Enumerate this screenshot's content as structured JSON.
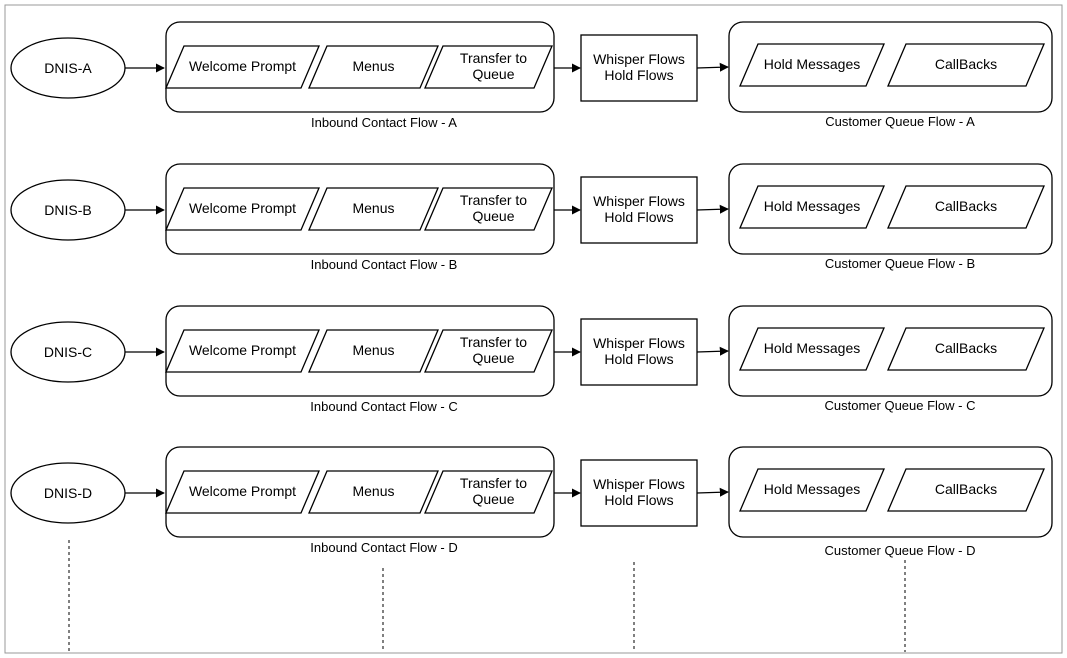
{
  "rows": [
    {
      "dnis": "DNIS-A",
      "inbound": {
        "items": [
          "Welcome Prompt",
          "Menus",
          [
            "Transfer to",
            "Queue"
          ]
        ],
        "caption": "Inbound Contact Flow - A"
      },
      "whisper": [
        "Whisper Flows",
        "Hold Flows"
      ],
      "queue": {
        "items": [
          "Hold Messages",
          "CallBacks"
        ],
        "caption": "Customer Queue Flow - A"
      }
    },
    {
      "dnis": "DNIS-B",
      "inbound": {
        "items": [
          "Welcome Prompt",
          "Menus",
          [
            "Transfer to",
            "Queue"
          ]
        ],
        "caption": "Inbound Contact Flow - B"
      },
      "whisper": [
        "Whisper Flows",
        "Hold Flows"
      ],
      "queue": {
        "items": [
          "Hold Messages",
          "CallBacks"
        ],
        "caption": "Customer Queue Flow - B"
      }
    },
    {
      "dnis": "DNIS-C",
      "inbound": {
        "items": [
          "Welcome Prompt",
          "Menus",
          [
            "Transfer to",
            "Queue"
          ]
        ],
        "caption": "Inbound Contact Flow - C"
      },
      "whisper": [
        "Whisper Flows",
        "Hold Flows"
      ],
      "queue": {
        "items": [
          "Hold Messages",
          "CallBacks"
        ],
        "caption": "Customer Queue Flow - C"
      }
    },
    {
      "dnis": "DNIS-D",
      "inbound": {
        "items": [
          "Welcome Prompt",
          "Menus",
          [
            "Transfer to",
            "Queue"
          ]
        ],
        "caption": "Inbound Contact Flow - D"
      },
      "whisper": [
        "Whisper Flows",
        "Hold Flows"
      ],
      "queue": {
        "items": [
          "Hold Messages",
          "CallBacks"
        ],
        "caption": "Customer Queue Flow - D"
      }
    }
  ],
  "colors": {
    "line": "#000000",
    "frame": "#999999",
    "background": "#ffffff"
  }
}
